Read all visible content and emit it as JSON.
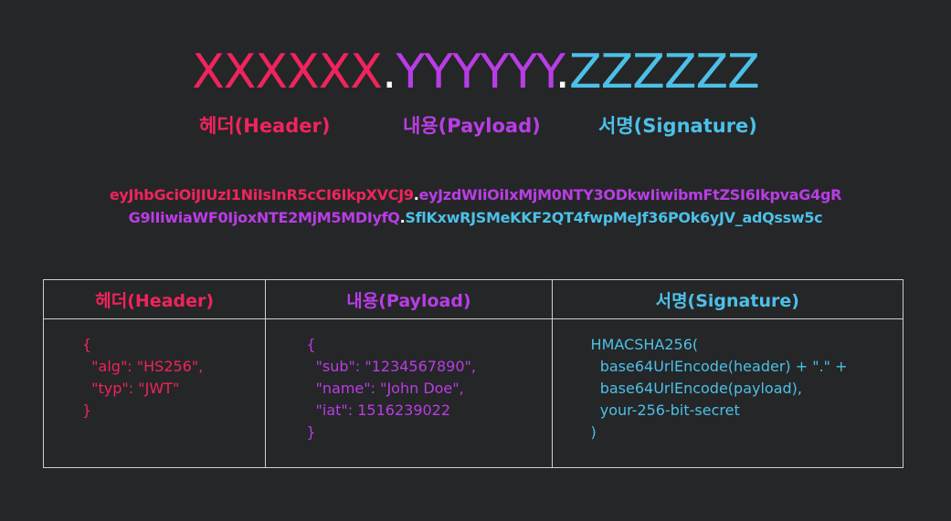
{
  "title": {
    "header_part": "XXXXXX",
    "dot1": ".",
    "payload_part": "YYYYYY",
    "dot2": ".",
    "signature_part": "ZZZZZZ"
  },
  "labels": {
    "header": "헤더(Header)",
    "payload": "내용(Payload)",
    "signature": "서명(Signature)"
  },
  "token": {
    "line1_header": "eyJhbGciOiJIUzI1NiIsInR5cCI6IkpXVCJ9",
    "line1_dot": ".",
    "line1_payload": "eyJzdWIiOiIxMjM0NTY3ODkwIiwibmFtZSI6IkpvaG4gR",
    "line2_payload": "G9lIiwiaWF0IjoxNTE2MjM5MDIyfQ",
    "line2_dot": ".",
    "line2_signature": "SflKxwRJSMeKKF2QT4fwpMeJf36POk6yJV_adQssw5c"
  },
  "table": {
    "headers": {
      "header": "헤더(Header)",
      "payload": "내용(Payload)",
      "signature": "서명(Signature)"
    },
    "header_code": "{\n  \"alg\": \"HS256\",\n  \"typ\": \"JWT\"\n}",
    "payload_code": "{\n  \"sub\": \"1234567890\",\n  \"name\": \"John Doe\",\n  \"iat\": 1516239022\n}",
    "signature_code": "HMACSHA256(\n  base64UrlEncode(header) + \".\" +\n  base64UrlEncode(payload),\n  your-256-bit-secret\n)"
  },
  "colors": {
    "header": "#f0245c",
    "payload": "#b93de6",
    "signature": "#4cc0e8",
    "background": "#252627"
  }
}
